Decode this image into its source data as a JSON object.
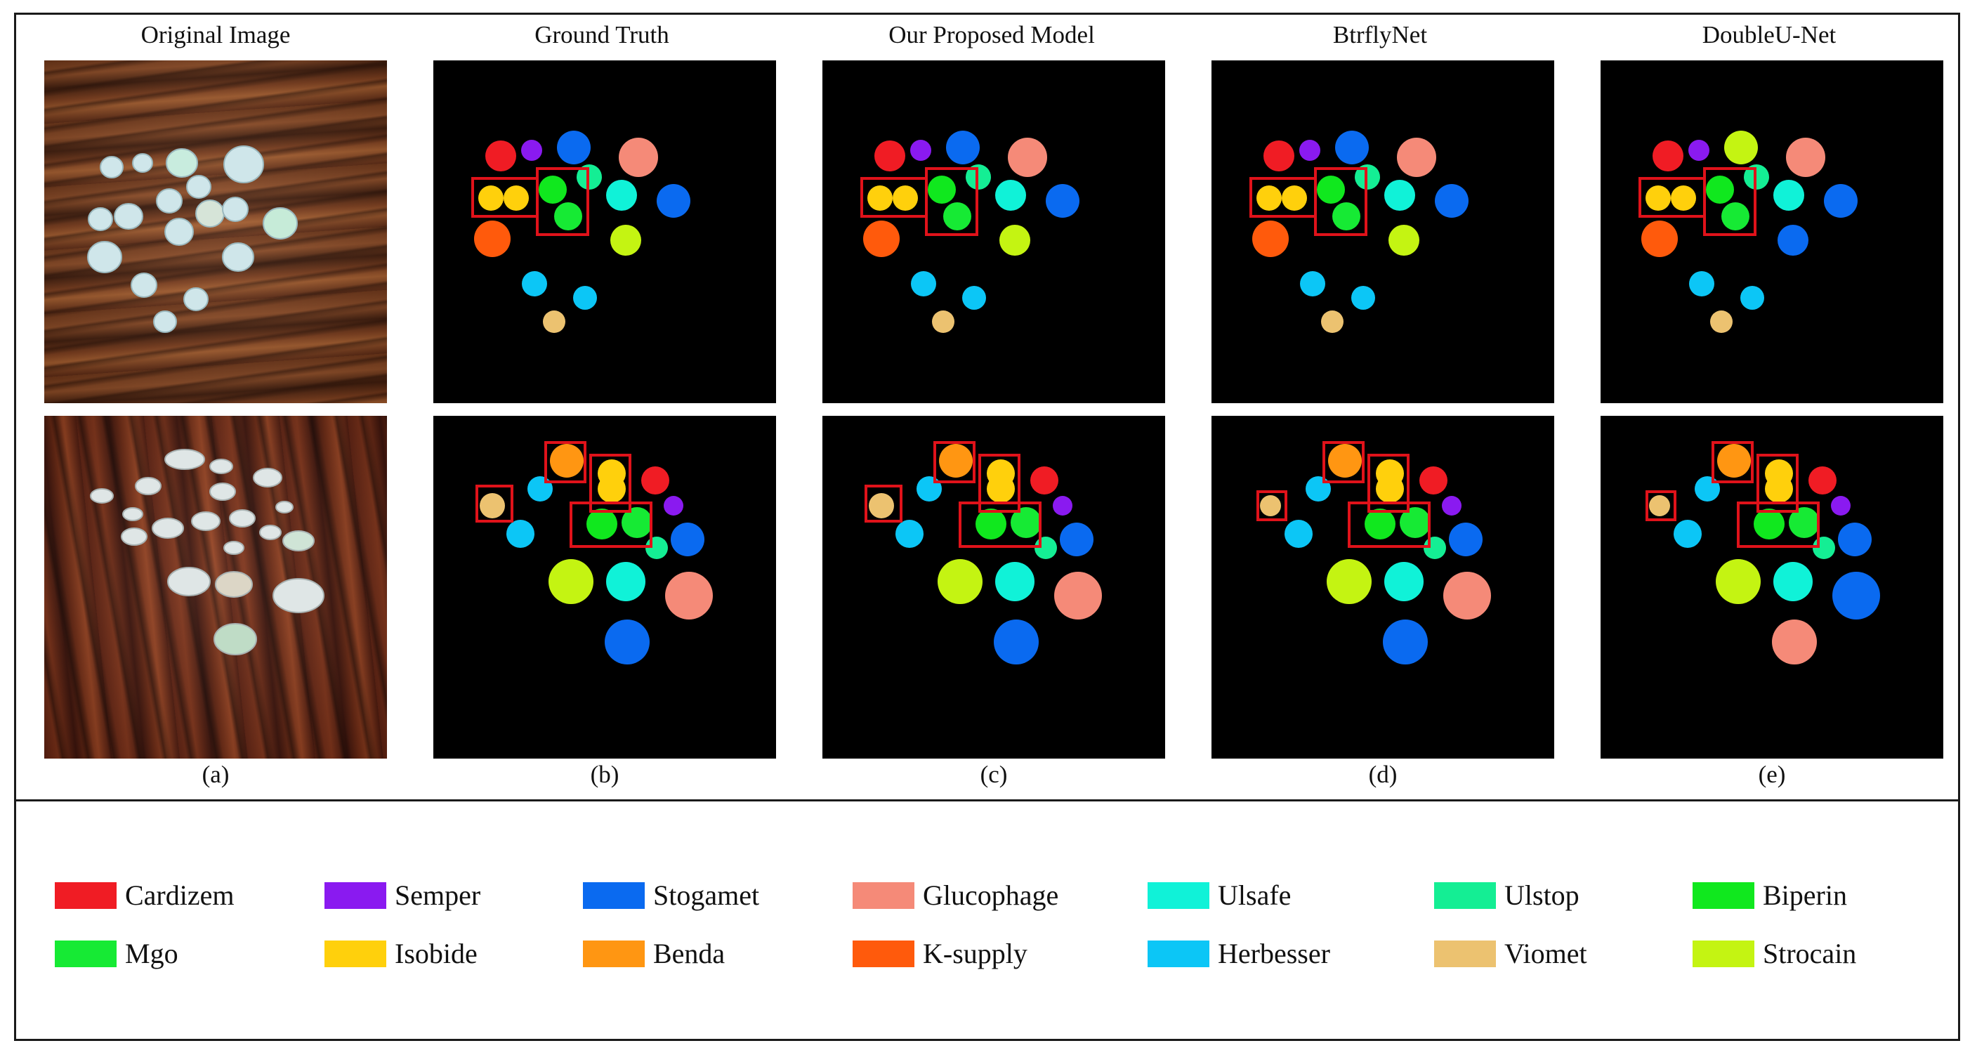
{
  "columns": [
    {
      "title": "Original Image",
      "letter": "(a)"
    },
    {
      "title": "Ground Truth",
      "letter": "(b)"
    },
    {
      "title": "Our Proposed Model",
      "letter": "(c)"
    },
    {
      "title": "BtrflyNet",
      "letter": "(d)"
    },
    {
      "title": "DoubleU-Net",
      "letter": "(e)"
    }
  ],
  "legend": [
    {
      "label": "Cardizem",
      "color": "#f01c24"
    },
    {
      "label": "Semper",
      "color": "#8a1af0"
    },
    {
      "label": "Stogamet",
      "color": "#0a6af0"
    },
    {
      "label": "Glucophage",
      "color": "#f58a78"
    },
    {
      "label": "Ulsafe",
      "color": "#10f2d8"
    },
    {
      "label": "Ulstop",
      "color": "#14ee94"
    },
    {
      "label": "Biperin",
      "color": "#10e81e"
    },
    {
      "label": "Mgo",
      "color": "#16ea34"
    },
    {
      "label": "Isobide",
      "color": "#ffd00c"
    },
    {
      "label": "Benda",
      "color": "#ff9612"
    },
    {
      "label": "K-supply",
      "color": "#ff5a0c"
    },
    {
      "label": "Herbesser",
      "color": "#0cc6f6"
    },
    {
      "label": "Viomet",
      "color": "#ecc270"
    },
    {
      "label": "Strocain",
      "color": "#c4f412"
    }
  ]
}
